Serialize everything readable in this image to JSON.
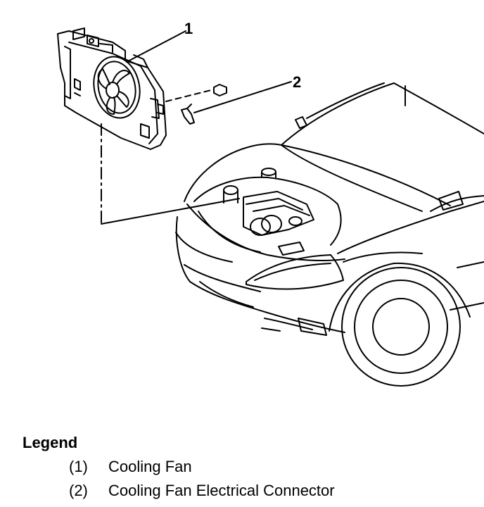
{
  "callouts": {
    "c1": "1",
    "c2": "2"
  },
  "legend": {
    "title": "Legend",
    "items": [
      {
        "number": "(1)",
        "label": "Cooling Fan"
      },
      {
        "number": "(2)",
        "label": "Cooling Fan Electrical Connector"
      }
    ]
  },
  "colors": {
    "line": "#000000",
    "background": "#ffffff"
  }
}
